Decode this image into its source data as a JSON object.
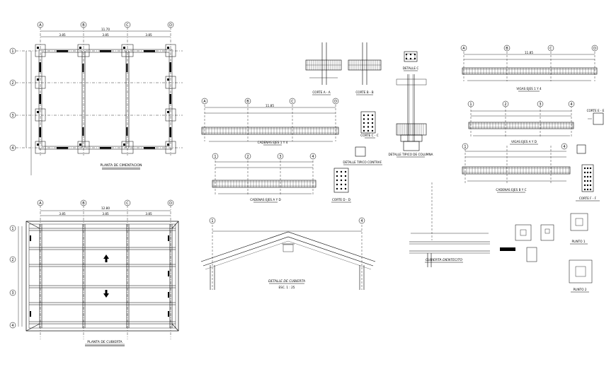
{
  "sheet": {
    "colors": {
      "ink": "#000000",
      "paper": "#ffffff"
    }
  },
  "axes_letters": [
    "A",
    "B",
    "C",
    "D"
  ],
  "axes_numbers": [
    "1",
    "2",
    "3",
    "4"
  ],
  "cimentacion": {
    "title": "PLANTA DE CIMENTACION",
    "dims": {
      "total": "11.70",
      "spans": [
        "3.85",
        "3.85",
        "3.85"
      ]
    }
  },
  "cubierta_plan": {
    "title": "PLANTA DE CUBIERTA",
    "dims": {
      "total": "12.80",
      "spans": [
        "3.85",
        "3.85",
        "3.85"
      ]
    },
    "arrows": [
      "up",
      "down"
    ]
  },
  "cortes": {
    "a": "CORTE A - A",
    "b": "CORTE B - B",
    "c": "DETALLE C",
    "cc": "CORTE C - C",
    "d": "CORTE D - D",
    "e": "CORTE E - E",
    "f": "CORTE F - F"
  },
  "cadenas": {
    "ab": "CADENAS EJES 1 Y 4",
    "cd": "CADENAS EJES A Y D",
    "bc": "CADENAS EJES B Y C",
    "dim_total": "11.85"
  },
  "vigas": {
    "v14": "VIGAS EJES 1 Y 4",
    "vad": "VIGAS EJES A Y D",
    "dim_total": "11.85"
  },
  "detalles": {
    "columna": "DETALLE TIPICO DE COLUMNA",
    "contrafuerte": "DETALLE TIPICO CONTRAF.",
    "cubierta": "DETALLE DE CUBIERTA",
    "cubierta_scale": "ESC. 1 : 25",
    "cubierta_diente": "CUBIERTA DIENTECITO"
  },
  "plintos": {
    "p1": "PLINTO 1",
    "p2": "PLINTO 2"
  }
}
